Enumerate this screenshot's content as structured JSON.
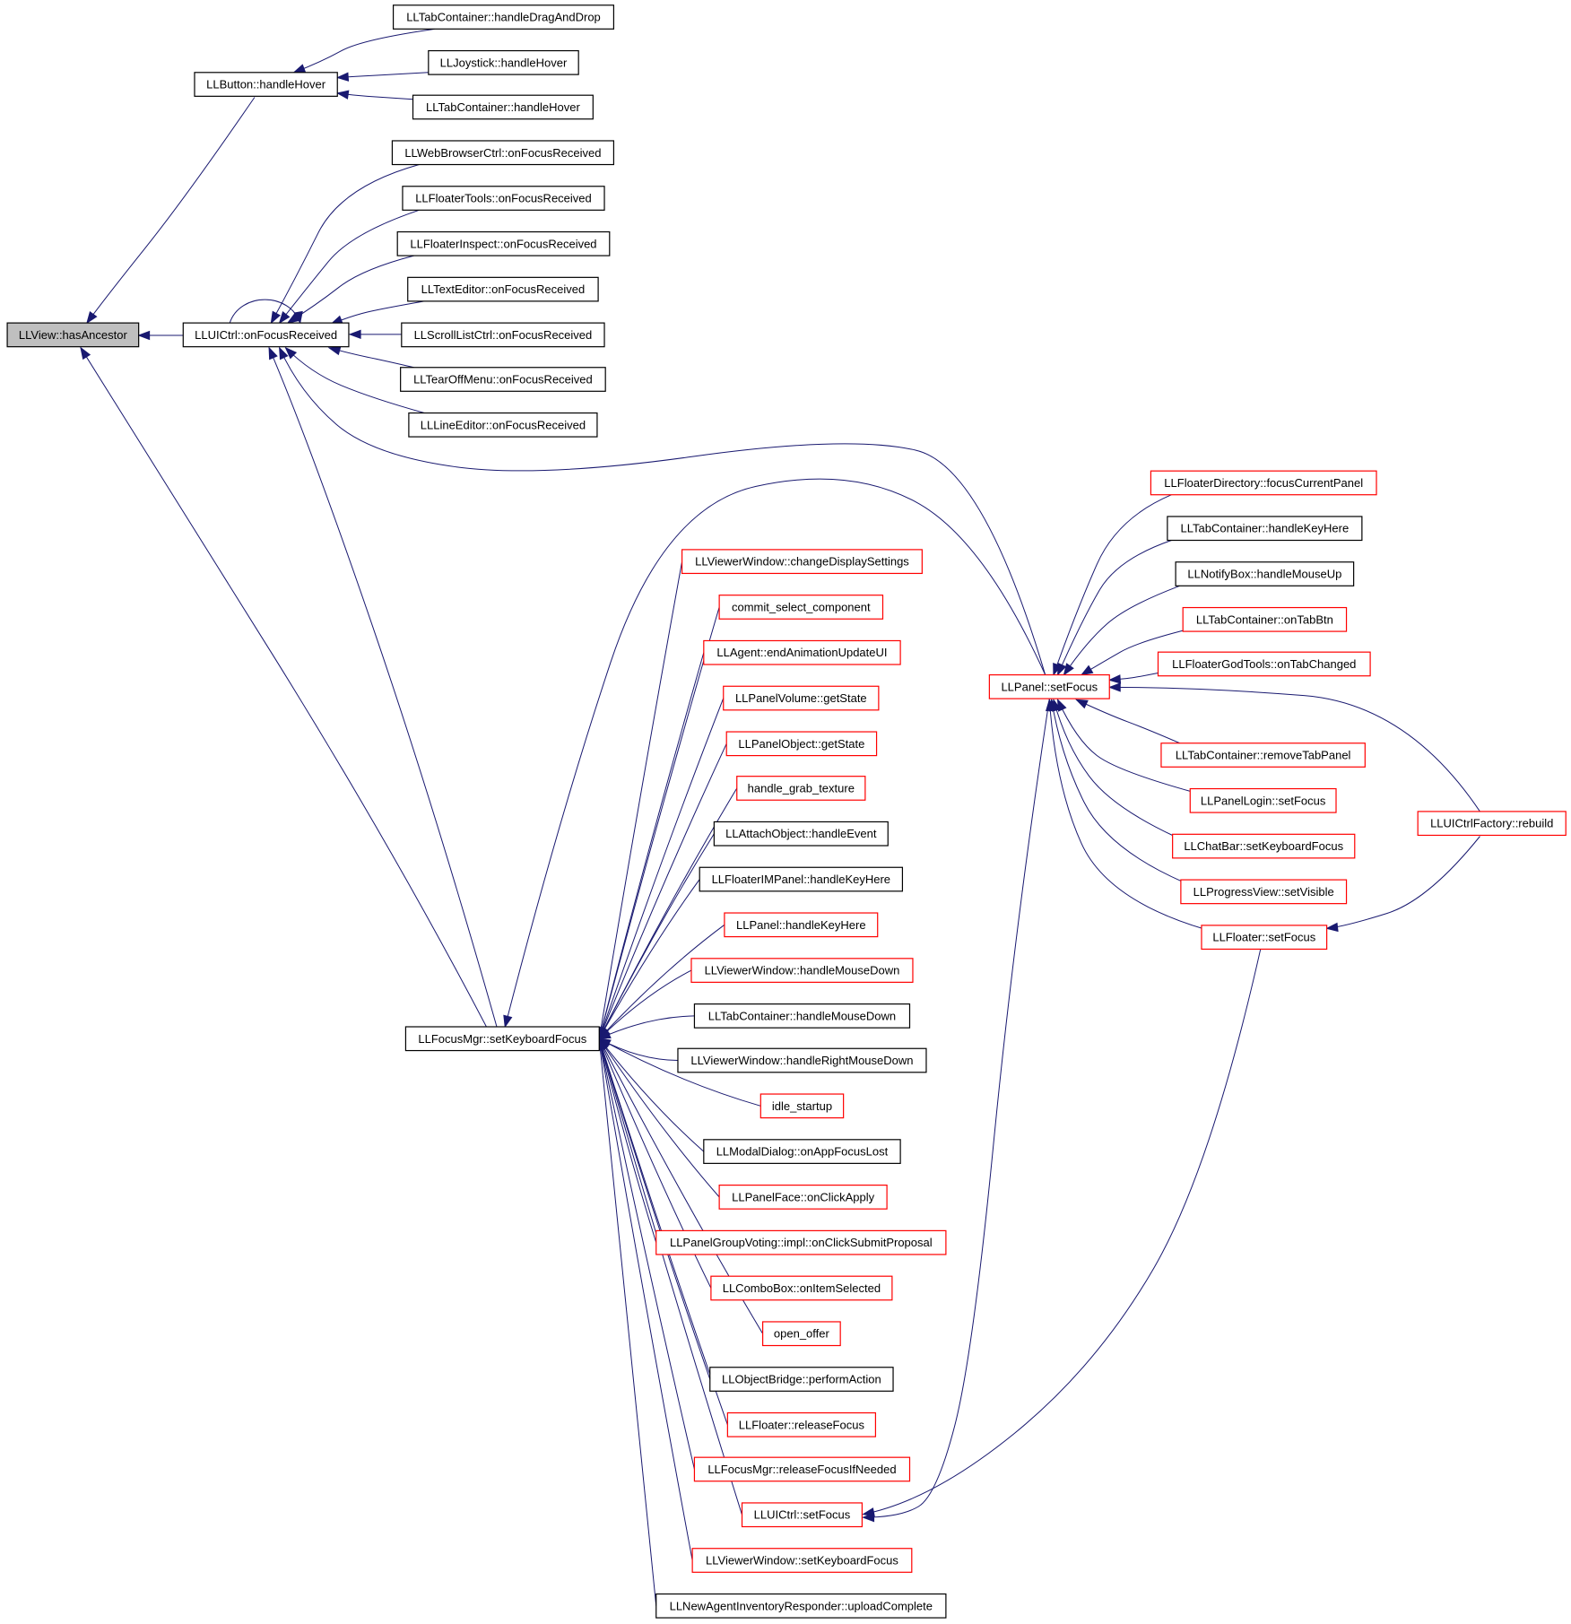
{
  "colors": {
    "edge": "#191970",
    "border_documented": "#000000",
    "border_undocumented": "#ff0000",
    "root_fill": "#bfbfbf"
  },
  "graph": {
    "root": "LLView::hasAncestor",
    "nodes": [
      {
        "id": "hasAncestor",
        "label": "LLView::hasAncestor",
        "style": "root"
      },
      {
        "id": "btnHover",
        "label": "LLButton::handleHover",
        "style": "black"
      },
      {
        "id": "tabDnD",
        "label": "LLTabContainer::handleDragAndDrop",
        "style": "black"
      },
      {
        "id": "joyHover",
        "label": "LLJoystick::handleHover",
        "style": "black"
      },
      {
        "id": "tabHover",
        "label": "LLTabContainer::handleHover",
        "style": "black"
      },
      {
        "id": "uiFocusRecv",
        "label": "LLUICtrl::onFocusReceived",
        "style": "black"
      },
      {
        "id": "webFocus",
        "label": "LLWebBrowserCtrl::onFocusReceived",
        "style": "black"
      },
      {
        "id": "toolsFocus",
        "label": "LLFloaterTools::onFocusReceived",
        "style": "black"
      },
      {
        "id": "inspectFocus",
        "label": "LLFloaterInspect::onFocusReceived",
        "style": "black"
      },
      {
        "id": "textEdFocus",
        "label": "LLTextEditor::onFocusReceived",
        "style": "black"
      },
      {
        "id": "scrollFocus",
        "label": "LLScrollListCtrl::onFocusReceived",
        "style": "black"
      },
      {
        "id": "tearFocus",
        "label": "LLTearOffMenu::onFocusReceived",
        "style": "black"
      },
      {
        "id": "lineEdFocus",
        "label": "LLLineEditor::onFocusReceived",
        "style": "black"
      },
      {
        "id": "setKbFocus",
        "label": "LLFocusMgr::setKeyboardFocus",
        "style": "black"
      },
      {
        "id": "changeDisp",
        "label": "LLViewerWindow::changeDisplaySettings",
        "style": "red"
      },
      {
        "id": "commitSel",
        "label": "commit_select_component",
        "style": "red"
      },
      {
        "id": "endAnim",
        "label": "LLAgent::endAnimationUpdateUI",
        "style": "red"
      },
      {
        "id": "volState",
        "label": "LLPanelVolume::getState",
        "style": "red"
      },
      {
        "id": "objState",
        "label": "LLPanelObject::getState",
        "style": "red"
      },
      {
        "id": "grabTex",
        "label": "handle_grab_texture",
        "style": "red"
      },
      {
        "id": "attachEvt",
        "label": "LLAttachObject::handleEvent",
        "style": "black"
      },
      {
        "id": "imKey",
        "label": "LLFloaterIMPanel::handleKeyHere",
        "style": "black"
      },
      {
        "id": "panelKey",
        "label": "LLPanel::handleKeyHere",
        "style": "red"
      },
      {
        "id": "vwMouseDown",
        "label": "LLViewerWindow::handleMouseDown",
        "style": "red"
      },
      {
        "id": "tabMouseDown",
        "label": "LLTabContainer::handleMouseDown",
        "style": "black"
      },
      {
        "id": "vwRightDown",
        "label": "LLViewerWindow::handleRightMouseDown",
        "style": "black"
      },
      {
        "id": "idleStart",
        "label": "idle_startup",
        "style": "red"
      },
      {
        "id": "modalLost",
        "label": "LLModalDialog::onAppFocusLost",
        "style": "black"
      },
      {
        "id": "faceApply",
        "label": "LLPanelFace::onClickApply",
        "style": "red"
      },
      {
        "id": "votingSubmit",
        "label": "LLPanelGroupVoting::impl::onClickSubmitProposal",
        "style": "red"
      },
      {
        "id": "comboSel",
        "label": "LLComboBox::onItemSelected",
        "style": "red"
      },
      {
        "id": "openOffer",
        "label": "open_offer",
        "style": "red"
      },
      {
        "id": "objBridge",
        "label": "LLObjectBridge::performAction",
        "style": "black"
      },
      {
        "id": "floaterRelease",
        "label": "LLFloater::releaseFocus",
        "style": "red"
      },
      {
        "id": "releaseIfNeeded",
        "label": "LLFocusMgr::releaseFocusIfNeeded",
        "style": "red"
      },
      {
        "id": "uiSetFocus",
        "label": "LLUICtrl::setFocus",
        "style": "red"
      },
      {
        "id": "vwSetKb",
        "label": "LLViewerWindow::setKeyboardFocus",
        "style": "red"
      },
      {
        "id": "uploadComplete",
        "label": "LLNewAgentInventoryResponder::uploadComplete",
        "style": "black"
      },
      {
        "id": "panelSetFocus",
        "label": "LLPanel::setFocus",
        "style": "red"
      },
      {
        "id": "dirFocus",
        "label": "LLFloaterDirectory::focusCurrentPanel",
        "style": "red"
      },
      {
        "id": "tabKey",
        "label": "LLTabContainer::handleKeyHere",
        "style": "black"
      },
      {
        "id": "notifyUp",
        "label": "LLNotifyBox::handleMouseUp",
        "style": "black"
      },
      {
        "id": "tabBtn",
        "label": "LLTabContainer::onTabBtn",
        "style": "red"
      },
      {
        "id": "godTab",
        "label": "LLFloaterGodTools::onTabChanged",
        "style": "red"
      },
      {
        "id": "removeTab",
        "label": "LLTabContainer::removeTabPanel",
        "style": "red"
      },
      {
        "id": "loginFocus",
        "label": "LLPanelLogin::setFocus",
        "style": "red"
      },
      {
        "id": "chatFocus",
        "label": "LLChatBar::setKeyboardFocus",
        "style": "red"
      },
      {
        "id": "progVisible",
        "label": "LLProgressView::setVisible",
        "style": "red"
      },
      {
        "id": "floaterSetFocus",
        "label": "LLFloater::setFocus",
        "style": "red"
      },
      {
        "id": "factoryRebuild",
        "label": "LLUICtrlFactory::rebuild",
        "style": "red"
      }
    ],
    "edges": [
      {
        "from": "btnHover",
        "to": "hasAncestor"
      },
      {
        "from": "uiFocusRecv",
        "to": "hasAncestor"
      },
      {
        "from": "setKbFocus",
        "to": "hasAncestor"
      },
      {
        "from": "tabDnD",
        "to": "btnHover"
      },
      {
        "from": "joyHover",
        "to": "btnHover"
      },
      {
        "from": "tabHover",
        "to": "btnHover"
      },
      {
        "from": "uiFocusRecv",
        "to": "uiFocusRecv"
      },
      {
        "from": "webFocus",
        "to": "uiFocusRecv"
      },
      {
        "from": "toolsFocus",
        "to": "uiFocusRecv"
      },
      {
        "from": "inspectFocus",
        "to": "uiFocusRecv"
      },
      {
        "from": "textEdFocus",
        "to": "uiFocusRecv"
      },
      {
        "from": "scrollFocus",
        "to": "uiFocusRecv"
      },
      {
        "from": "tearFocus",
        "to": "uiFocusRecv"
      },
      {
        "from": "lineEdFocus",
        "to": "uiFocusRecv"
      },
      {
        "from": "setKbFocus",
        "to": "uiFocusRecv"
      },
      {
        "from": "panelSetFocus",
        "to": "uiFocusRecv"
      },
      {
        "from": "changeDisp",
        "to": "setKbFocus"
      },
      {
        "from": "commitSel",
        "to": "setKbFocus"
      },
      {
        "from": "endAnim",
        "to": "setKbFocus"
      },
      {
        "from": "volState",
        "to": "setKbFocus"
      },
      {
        "from": "objState",
        "to": "setKbFocus"
      },
      {
        "from": "grabTex",
        "to": "setKbFocus"
      },
      {
        "from": "attachEvt",
        "to": "setKbFocus"
      },
      {
        "from": "imKey",
        "to": "setKbFocus"
      },
      {
        "from": "panelKey",
        "to": "setKbFocus"
      },
      {
        "from": "vwMouseDown",
        "to": "setKbFocus"
      },
      {
        "from": "tabMouseDown",
        "to": "setKbFocus"
      },
      {
        "from": "vwRightDown",
        "to": "setKbFocus"
      },
      {
        "from": "idleStart",
        "to": "setKbFocus"
      },
      {
        "from": "modalLost",
        "to": "setKbFocus"
      },
      {
        "from": "faceApply",
        "to": "setKbFocus"
      },
      {
        "from": "votingSubmit",
        "to": "setKbFocus"
      },
      {
        "from": "comboSel",
        "to": "setKbFocus"
      },
      {
        "from": "openOffer",
        "to": "setKbFocus"
      },
      {
        "from": "objBridge",
        "to": "setKbFocus"
      },
      {
        "from": "floaterRelease",
        "to": "setKbFocus"
      },
      {
        "from": "releaseIfNeeded",
        "to": "setKbFocus"
      },
      {
        "from": "uiSetFocus",
        "to": "setKbFocus"
      },
      {
        "from": "vwSetKb",
        "to": "setKbFocus"
      },
      {
        "from": "uploadComplete",
        "to": "setKbFocus"
      },
      {
        "from": "panelSetFocus",
        "to": "setKbFocus"
      },
      {
        "from": "panelSetFocus",
        "to": "uiSetFocus"
      },
      {
        "from": "floaterSetFocus",
        "to": "uiSetFocus"
      },
      {
        "from": "dirFocus",
        "to": "panelSetFocus"
      },
      {
        "from": "tabKey",
        "to": "panelSetFocus"
      },
      {
        "from": "notifyUp",
        "to": "panelSetFocus"
      },
      {
        "from": "tabBtn",
        "to": "panelSetFocus"
      },
      {
        "from": "godTab",
        "to": "panelSetFocus"
      },
      {
        "from": "removeTab",
        "to": "panelSetFocus"
      },
      {
        "from": "loginFocus",
        "to": "panelSetFocus"
      },
      {
        "from": "chatFocus",
        "to": "panelSetFocus"
      },
      {
        "from": "progVisible",
        "to": "panelSetFocus"
      },
      {
        "from": "floaterSetFocus",
        "to": "panelSetFocus"
      },
      {
        "from": "factoryRebuild",
        "to": "panelSetFocus"
      },
      {
        "from": "factoryRebuild",
        "to": "floaterSetFocus"
      }
    ]
  }
}
